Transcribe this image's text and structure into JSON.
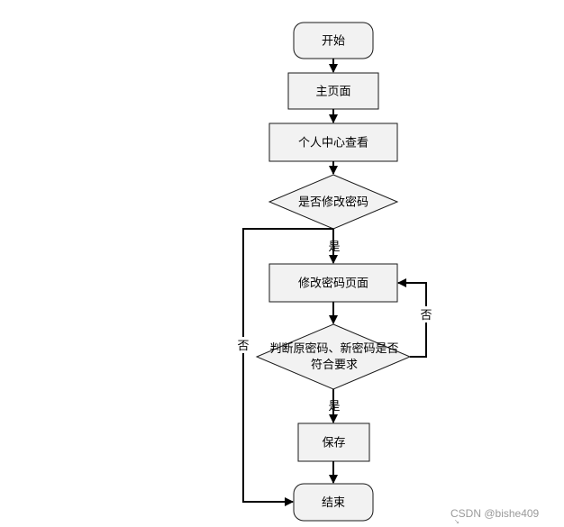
{
  "nodes": {
    "start": "开始",
    "main_page": "主页面",
    "profile": "个人中心查看",
    "decision_modify": "是否修改密码",
    "modify_page": "修改密码页面",
    "decision_check_line1": "判断原密码、新密码是否",
    "decision_check_line2": "符合要求",
    "save": "保存",
    "end": "结束"
  },
  "edge_labels": {
    "yes_1": "是",
    "no_left": "否",
    "no_right": "否",
    "yes_2": "是"
  },
  "watermark": "CSDN @bishe409",
  "colors": {
    "shape_fill": "#f2f2f2",
    "stroke": "#1a1a1a"
  }
}
